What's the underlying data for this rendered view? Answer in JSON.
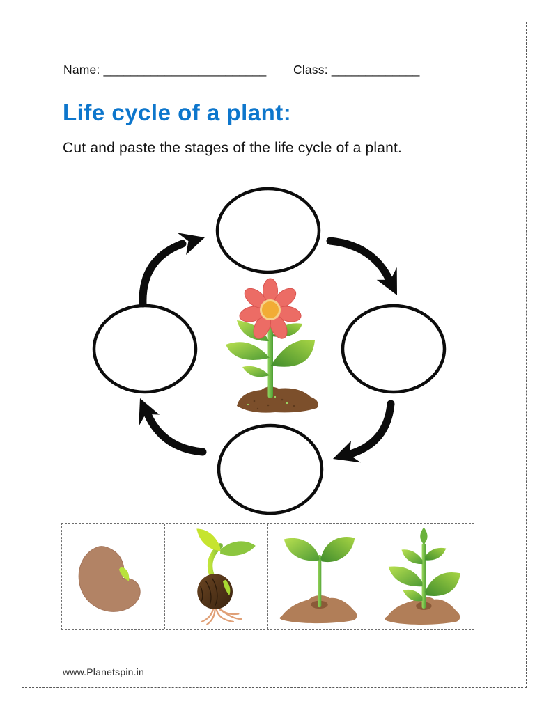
{
  "header": {
    "name_label": "Name:",
    "name_line": "________________________",
    "class_label": "Class:",
    "class_line": "_____________"
  },
  "title": "Life cycle of a plant:",
  "instruction": "Cut and paste the stages of the life cycle of a plant.",
  "footer": "www.Planetspin.in",
  "colors": {
    "title_blue": "#0d76cc",
    "text_black": "#141414",
    "arrow_black": "#0c0c0c",
    "petal_red": "#ec6c65",
    "flower_center_orange": "#f2ac35",
    "leaf_light_green": "#b9e050",
    "leaf_dark_green": "#4e9b35",
    "sprout_lime": "#c6e42f",
    "soil_dark_brown": "#7c4f2b",
    "soil_light_brown": "#b17e58",
    "bean_brown": "#b28365",
    "seed_dark_brown": "#4a2c13",
    "root_tan": "#e0a077",
    "dashed_border_gray": "#5a5a5a"
  },
  "cycle": {
    "slots": [
      "stage-slot-top",
      "stage-slot-right",
      "stage-slot-bottom",
      "stage-slot-left"
    ],
    "arrows": [
      "arrow-left-to-top",
      "arrow-top-to-right",
      "arrow-right-to-bottom",
      "arrow-bottom-to-left"
    ],
    "center_icon": "flowering-plant-icon"
  },
  "cutouts": [
    {
      "icon": "seed-icon"
    },
    {
      "icon": "germinating-seed-icon"
    },
    {
      "icon": "seedling-icon"
    },
    {
      "icon": "young-plant-icon"
    }
  ]
}
